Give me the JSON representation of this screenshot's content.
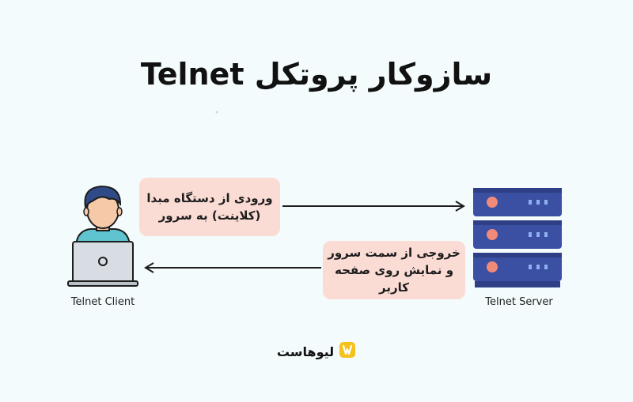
{
  "title": "سازوکار پروتکل Telnet",
  "input_bubble": {
    "line1": "ورودی از دستگاه مبدا",
    "line2": "(کلاینت) به سرور"
  },
  "output_bubble": {
    "line1": "خروجی از سمت سرور",
    "line2": "و نمایش روی صفحه کاربر"
  },
  "client_label": "Telnet Client",
  "server_label": "Telnet Server",
  "logo_text": "لیوهاست",
  "icons": [
    "user-with-laptop-icon",
    "server-rack-icon",
    "logo-icon"
  ],
  "colors": {
    "background": "#f3fbfc",
    "bubble": "#fbdcd4",
    "server_body": "#3b4fa3",
    "server_led": "#f28a7a",
    "server_lights": "#8fb0f0",
    "logo_yellow": "#f5c21b"
  }
}
